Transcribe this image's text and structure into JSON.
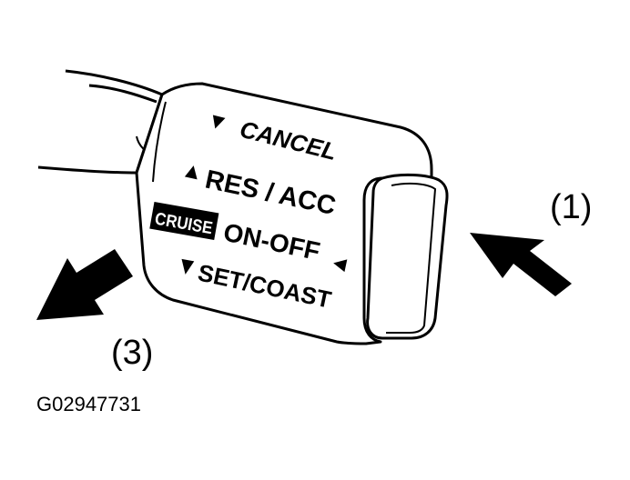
{
  "lever": {
    "cancel": "CANCEL",
    "res_acc": "RES / ACC",
    "cruise_badge": "CRUISE",
    "on_off": "ON-OFF",
    "set_coast": "SET/COAST"
  },
  "labels": {
    "callout_1": "(1)",
    "callout_3": "(3)",
    "figure_id": "G02947731"
  },
  "colors": {
    "ink": "#000000",
    "paper": "#ffffff"
  },
  "icons": [
    "triangle-down-icon",
    "triangle-up-icon",
    "triangle-left-icon",
    "push-arrow-icon",
    "pull-arrow-icon"
  ]
}
